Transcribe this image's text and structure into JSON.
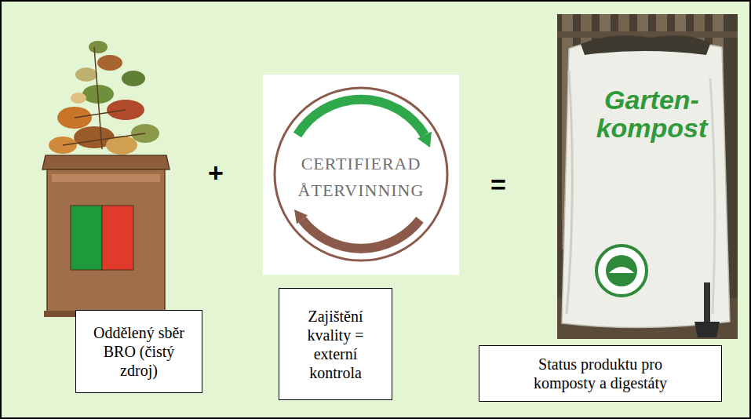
{
  "diagram": {
    "nodes": [
      {
        "text": [
          "Oddělený sběr BRO (čistý zdroj)"
        ]
      },
      {
        "text": [
          "Zajištění kvality = externí kontrola"
        ]
      },
      {
        "text": [
          "Status produktu pro komposty a digestáty"
        ]
      }
    ],
    "labels": [
      "+",
      "CERTIFIERAD ÅTERVINNING",
      "=",
      "Garten- kompost"
    ]
  }
}
